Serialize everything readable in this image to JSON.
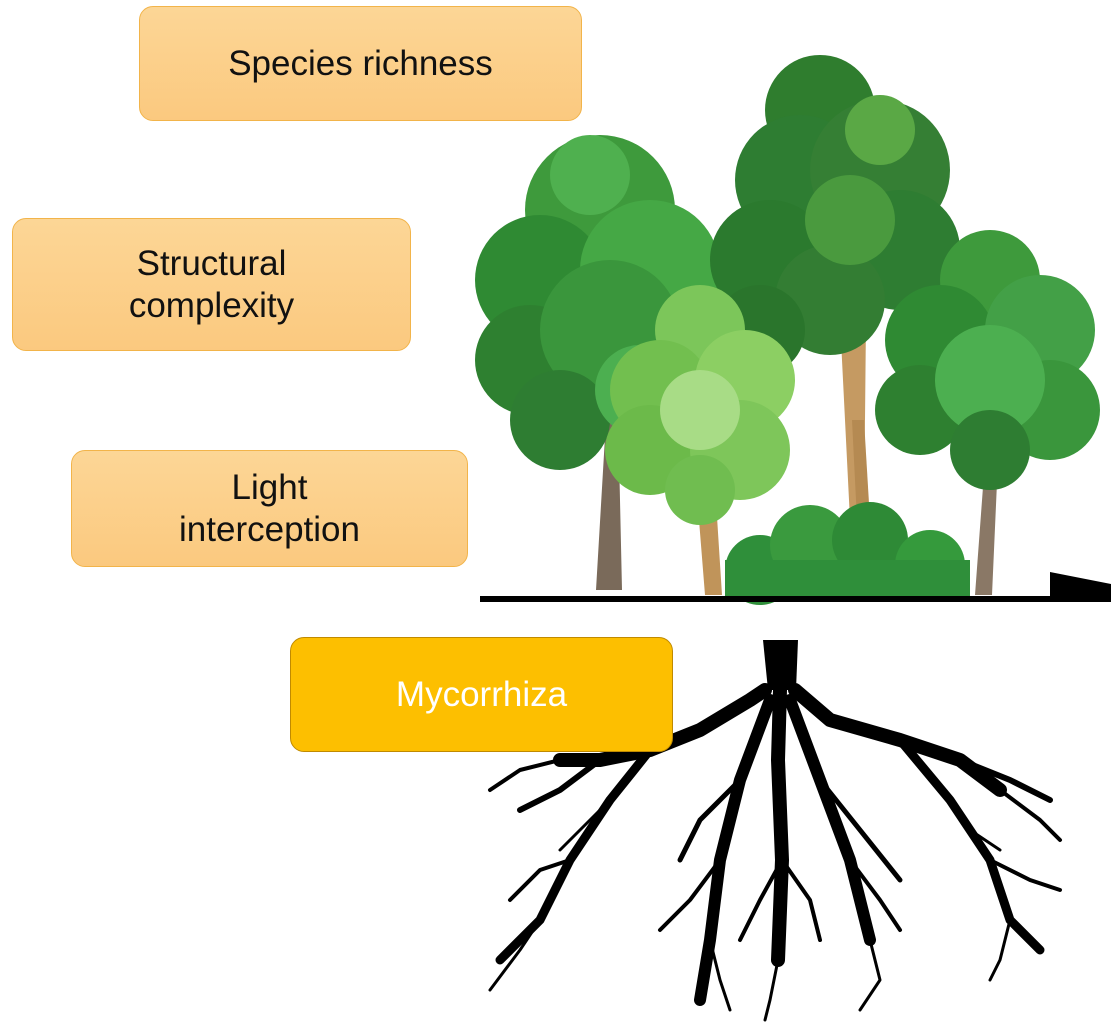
{
  "labels": {
    "species_richness": "Species richness",
    "structural_complexity": "Structural\ncomplexity",
    "light_interception": "Light\ninterception",
    "mycorrhiza": "Mycorrhiza"
  },
  "colors": {
    "box_light": "#fbc97f",
    "box_strong": "#fdbf00",
    "tree_dark": "#2e7d32",
    "tree_mid": "#43a047",
    "tree_light": "#8bc34a",
    "roots": "#000000",
    "ground": "#000000"
  }
}
